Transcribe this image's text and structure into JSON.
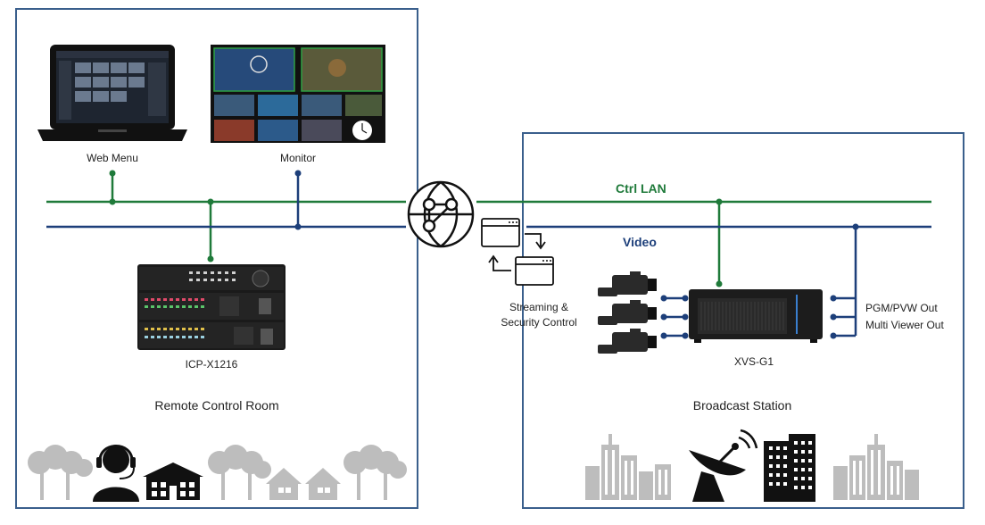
{
  "labels": {
    "web_menu": "Web Menu",
    "monitor": "Monitor",
    "ctrl_lan": "Ctrl LAN",
    "video": "Video",
    "streaming_line1": "Streaming &",
    "streaming_line2": "Security Control",
    "icp": "ICP-X1216",
    "xvs": "XVS-G1",
    "pgm_pvw_out": "PGM/PVW Out",
    "multi_viewer_out": "Multi Viewer Out",
    "remote_control_room": "Remote Control Room",
    "broadcast_station": "Broadcast Station"
  },
  "colors": {
    "ctrl_lan": "#1f7a3a",
    "video": "#1d3f7a",
    "frame": "#3a5f8c",
    "silhouette": "#bdbdbd",
    "dark": "#111111"
  },
  "icons": [
    "laptop-icon",
    "monitor-icon",
    "network-globe-icon",
    "streaming-windows-icon",
    "control-panel-icon",
    "camera-icon",
    "switcher-icon",
    "tree-icon",
    "operator-headset-icon",
    "house-icon",
    "building-icon",
    "satellite-dish-icon"
  ]
}
